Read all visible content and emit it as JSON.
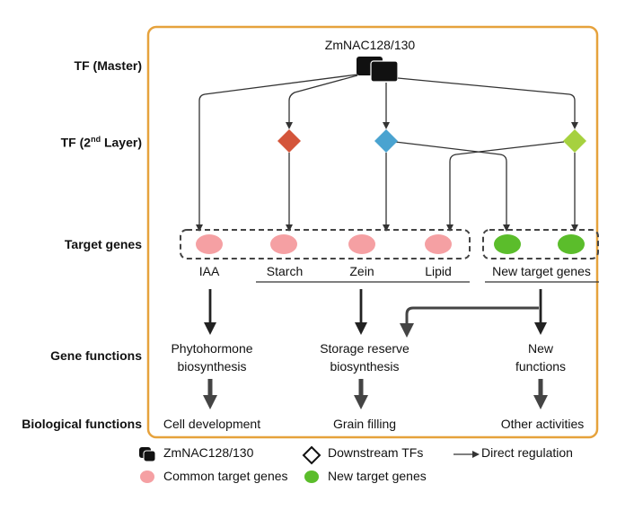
{
  "colors": {
    "frame": "#e6a23c",
    "master_tf": "#111111",
    "tf_red": "#d4553b",
    "tf_blue": "#4aa3d0",
    "tf_lime": "#a6d13f",
    "common_gene": "#f5a0a3",
    "new_gene": "#5bbd2b",
    "line": "#333333"
  },
  "row_labels": {
    "master": "TF (Master)",
    "second_prefix": "TF (2",
    "second_sup": "nd",
    "second_suffix": " Layer)",
    "targets": "Target genes",
    "gene_functions": "Gene functions",
    "bio_functions": "Biological functions"
  },
  "master_tf": {
    "label": "ZmNAC128/130"
  },
  "second_layer_tfs": [
    {
      "name": "tf-red",
      "color_key": "tf_red"
    },
    {
      "name": "tf-blue",
      "color_key": "tf_blue"
    },
    {
      "name": "tf-lime",
      "color_key": "tf_lime"
    }
  ],
  "target_genes": {
    "labels": [
      "IAA",
      "Starch",
      "Zein",
      "Lipid"
    ],
    "new_group_label": "New target genes"
  },
  "gene_functions": [
    {
      "line1": "Phytohormone",
      "line2": "biosynthesis"
    },
    {
      "line1": "Storage reserve",
      "line2": "biosynthesis"
    },
    {
      "line1": "New",
      "line2": "functions"
    }
  ],
  "biological_functions": [
    "Cell development",
    "Grain filling",
    "Other activities"
  ],
  "legend": {
    "master": "ZmNAC128/130",
    "downstream": "Downstream TFs",
    "direct": "Direct regulation",
    "common": "Common target genes",
    "new": "New target genes"
  }
}
